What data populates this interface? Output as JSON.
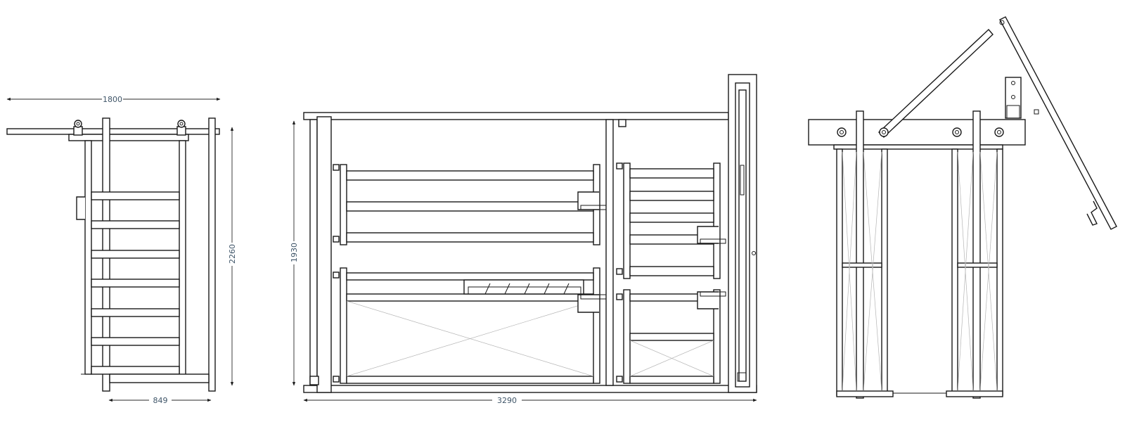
{
  "views": {
    "side": {
      "width_label": "1800",
      "height_label": "2260",
      "depth_label": "849"
    },
    "front": {
      "height_label": "1930",
      "length_label": "3290"
    },
    "end": {}
  },
  "colors": {
    "line": "#1a1a1a",
    "dimension_text": "#3f5568",
    "hatch": "#b5b5b5"
  }
}
